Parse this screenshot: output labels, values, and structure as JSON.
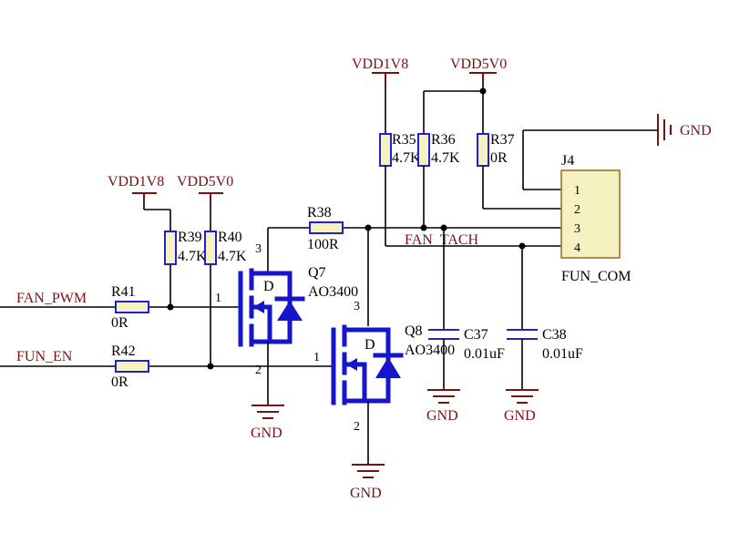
{
  "power": {
    "vdd1v8_top": "VDD1V8",
    "vdd5v0_top": "VDD5V0",
    "vdd1v8_left": "VDD1V8",
    "vdd5v0_left": "VDD5V0",
    "gnd_right": "GND",
    "gnd_q7": "GND",
    "gnd_q8": "GND",
    "gnd_c37": "GND",
    "gnd_c38": "GND"
  },
  "nets": {
    "fan_pwm": "FAN_PWM",
    "fun_en": "FUN_EN",
    "fan_tach": "FAN_TACH"
  },
  "resistors": {
    "r35": {
      "ref": "R35",
      "value": "4.7K"
    },
    "r36": {
      "ref": "R36",
      "value": "4.7K"
    },
    "r37": {
      "ref": "R37",
      "value": "0R"
    },
    "r38": {
      "ref": "R38",
      "value": "100R"
    },
    "r39": {
      "ref": "R39",
      "value": "4.7K"
    },
    "r40": {
      "ref": "R40",
      "value": "4.7K"
    },
    "r41": {
      "ref": "R41",
      "value": "0R"
    },
    "r42": {
      "ref": "R42",
      "value": "0R"
    }
  },
  "capacitors": {
    "c37": {
      "ref": "C37",
      "value": "0.01uF"
    },
    "c38": {
      "ref": "C38",
      "value": "0.01uF"
    }
  },
  "transistors": {
    "q7": {
      "ref": "Q7",
      "part": "AO3400",
      "pin_d": "3",
      "pin_g": "1",
      "pin_s": "2",
      "inner": "D"
    },
    "q8": {
      "ref": "Q8",
      "part": "AO3400",
      "pin_d": "3",
      "pin_g": "1",
      "pin_s": "2",
      "inner": "D"
    }
  },
  "connector": {
    "ref": "J4",
    "name": "FUN_COM",
    "pins": [
      "1",
      "2",
      "3",
      "4"
    ]
  },
  "colors": {
    "wire": "#000000",
    "power_symbol": "#7a1010",
    "component": "#1f1fd6",
    "body_fill": "#f6f1c0"
  }
}
